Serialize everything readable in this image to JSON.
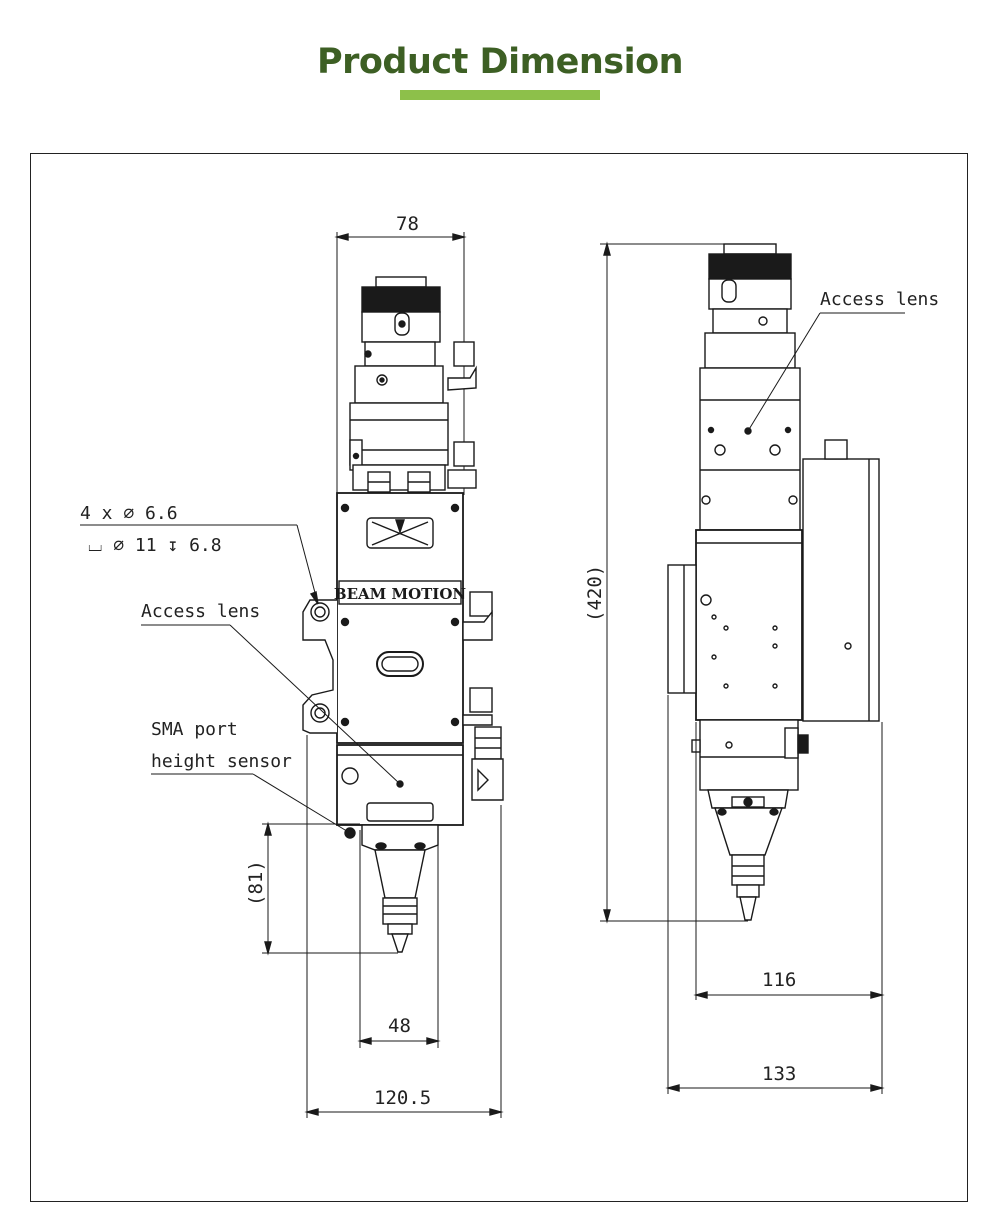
{
  "title": "Product Dimension",
  "accent_color": "#3d5f24",
  "underline_color": "#8dc04a",
  "front_view": {
    "dims": {
      "top_width": "78",
      "nozzle_height": "(81)",
      "nozzle_width": "48",
      "total_width": "120.5"
    },
    "hole_callout_line1": "4 x ∅ 6.6",
    "hole_callout_line2": "⌴ ∅ 11 ↧ 6.8",
    "brand_plate": "BEAM MOTION",
    "access_lens_label": "Access lens",
    "sma_label_line1": "SMA port",
    "sma_label_line2": "height sensor"
  },
  "side_view": {
    "dims": {
      "total_height": "(420)",
      "body_width": "116",
      "total_depth": "133"
    },
    "access_lens_label": "Access lens"
  }
}
